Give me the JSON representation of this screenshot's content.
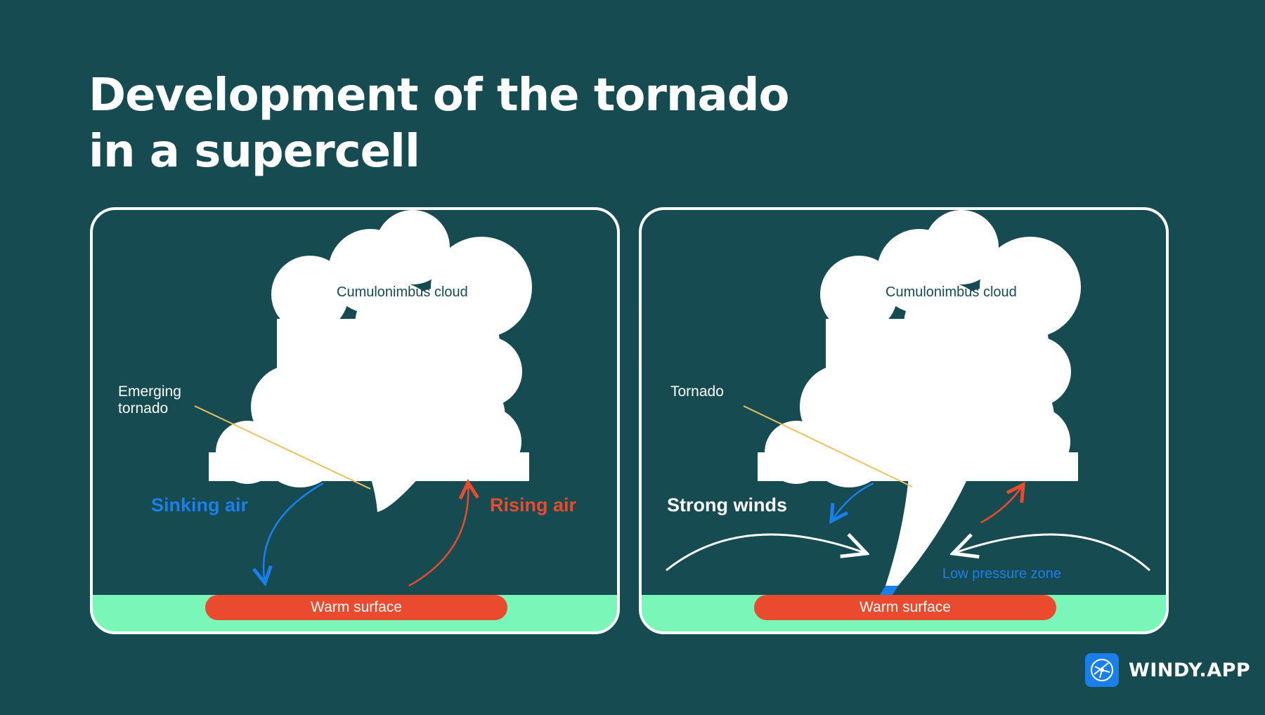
{
  "title": {
    "line1": "Development of the tornado",
    "line2": "in a supercell"
  },
  "colors": {
    "background": "#164b52",
    "cloud": "#ffffff",
    "ground": "#7af6b8",
    "warm_surface": "#ea4a2d",
    "sinking_air": "#1a7fe8",
    "rising_air": "#ea4a2d",
    "callout_line": "#f0c060"
  },
  "left_panel": {
    "cloud_label": "Cumulonimbus cloud",
    "callout_label": "Emerging\ntornado",
    "sinking_label": "Sinking air",
    "rising_label": "Rising air",
    "surface_label": "Warm surface"
  },
  "right_panel": {
    "cloud_label": "Cumulonimbus cloud",
    "callout_label": "Tornado",
    "winds_label": "Strong winds",
    "low_pressure_label": "Low pressure zone",
    "surface_label": "Warm surface"
  },
  "brand": {
    "name": "WINDY.APP",
    "icon": "windy-app-logo-icon"
  }
}
